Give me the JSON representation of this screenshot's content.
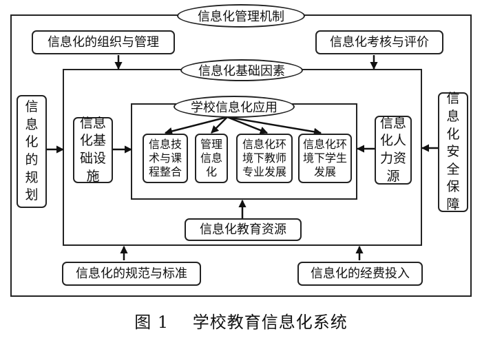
{
  "diagram": {
    "top_mechanism": "信息化管理机制",
    "org_management": "信息化的组织与管理",
    "evaluation": "信息化考核与评价",
    "base_factors": "信息化基础因素",
    "planning": "信息化的规划",
    "security": "信息化安全保障",
    "infrastructure": "信息化基础设施",
    "human_resources": "信息化人力资源",
    "school_application": "学校信息化应用",
    "applications": [
      "信息技术与课程整合",
      "管理信息化",
      "信息化环境下教师专业发展",
      "信息化环境下学生发展"
    ],
    "edu_resources": "信息化教育资源",
    "standards": "信息化的规范与标准",
    "funding": "信息化的经费投入"
  },
  "caption": {
    "label": "图 1",
    "title": "学校教育信息化系统"
  }
}
